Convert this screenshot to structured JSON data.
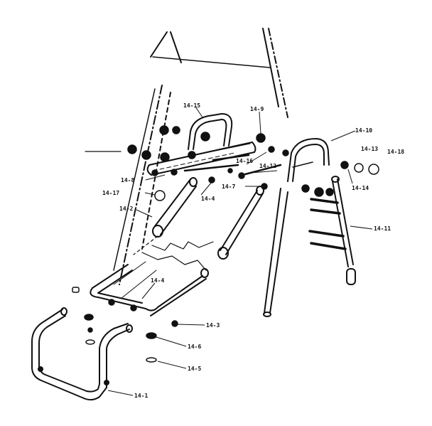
{
  "diagram": {
    "type": "exploded-parts-view",
    "colors": {
      "ink": "#111111",
      "paper": "#ffffff"
    },
    "labels": {
      "p14_15": "14-15",
      "p14_9": "14-9",
      "p14_10": "14-10",
      "p14_13": "14-13",
      "p14_18": "14-18",
      "p14_16": "14-16",
      "p14_12": "14-12",
      "p14_8": "14-8",
      "p14_7": "14-7",
      "p14_14": "14-14",
      "p14_17": "14-17",
      "p14_4a": "14-4",
      "p14_2": "14-2",
      "p14_11": "14-11",
      "p14_4b": "14-4",
      "p14_3": "14-3",
      "p14_6": "14-6",
      "p14_5": "14-5",
      "p14_1": "14-1"
    }
  }
}
